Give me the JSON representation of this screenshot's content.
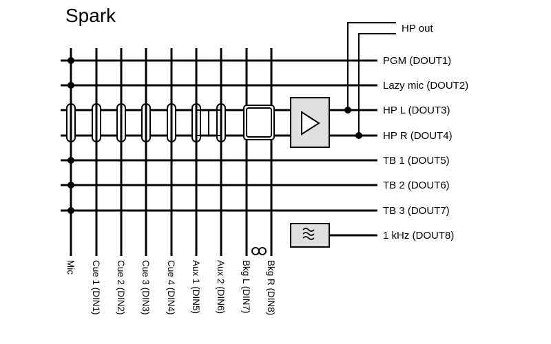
{
  "title": "Spark",
  "inputs": [
    {
      "label": "Mic"
    },
    {
      "label": "Cue 1 (DIN1)"
    },
    {
      "label": "Cue 2 (DIN2)"
    },
    {
      "label": "Cue 3 (DIN3)"
    },
    {
      "label": "Cue 4 (DIN4)"
    },
    {
      "label": "Aux 1 (DIN5)"
    },
    {
      "label": "Aux 2 (DIN6)"
    },
    {
      "label": "Bkg L (DIN7)"
    },
    {
      "label": "Bkg R (DIN8)"
    }
  ],
  "outputs": [
    {
      "label": "PGM (DOUT1)"
    },
    {
      "label": "Lazy mic (DOUT2)"
    },
    {
      "label": "HP L (DOUT3)"
    },
    {
      "label": "HP R (DOUT4)"
    },
    {
      "label": "TB 1 (DOUT5)"
    },
    {
      "label": "TB 2 (DOUT6)"
    },
    {
      "label": "TB 3 (DOUT7)"
    },
    {
      "label": "1 kHz (DOUT8)"
    }
  ],
  "hp_out_label": "HP out",
  "colors": {
    "line": "#000000",
    "box_fill": "#e0e0e0"
  },
  "icons": {
    "amplifier": "amplifier-triangle-icon",
    "tone_generator": "sine-wave-icon",
    "stereo_link": "stereo-link-icon"
  }
}
